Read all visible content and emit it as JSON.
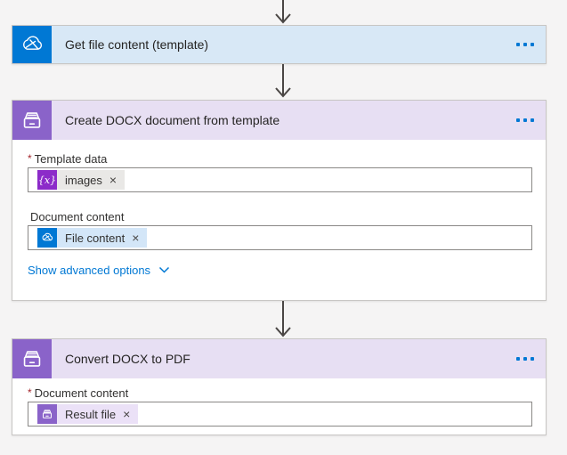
{
  "canvas": {
    "background": "#f5f4f4"
  },
  "colors": {
    "onedrive_blue": "#0078d4",
    "connector_purple": "#8a63c9",
    "expression_purple": "#8c2bc9",
    "header_blue": "#d8e8f6",
    "header_purple": "#e7dff3",
    "chip_gray": "#e9e8e6",
    "chip_blue": "#d3e6f8",
    "chip_purple": "#ebe1f7",
    "link_blue": "#0078d4",
    "required_red": "#a4262c",
    "arrow_gray": "#4a4644",
    "card_border": "#c8c6c4"
  },
  "steps": [
    {
      "title": "Get file content (template)",
      "connector": "onedrive"
    },
    {
      "title": "Create DOCX document from template",
      "connector": "encodian",
      "fields": [
        {
          "label": "Template data",
          "required_marker": "*",
          "token": {
            "text": "images",
            "close": "×",
            "icon": "expression",
            "glyph": "{x}"
          }
        },
        {
          "label": "Document content",
          "required_marker": "",
          "token": {
            "text": "File content",
            "close": "×",
            "icon": "onedrive"
          }
        }
      ],
      "advanced": {
        "label": "Show advanced options"
      }
    },
    {
      "title": "Convert DOCX to PDF",
      "connector": "encodian",
      "fields": [
        {
          "label": "Document content",
          "required_marker": "*",
          "token": {
            "text": "Result file",
            "close": "×",
            "icon": "encodian"
          }
        }
      ]
    }
  ]
}
